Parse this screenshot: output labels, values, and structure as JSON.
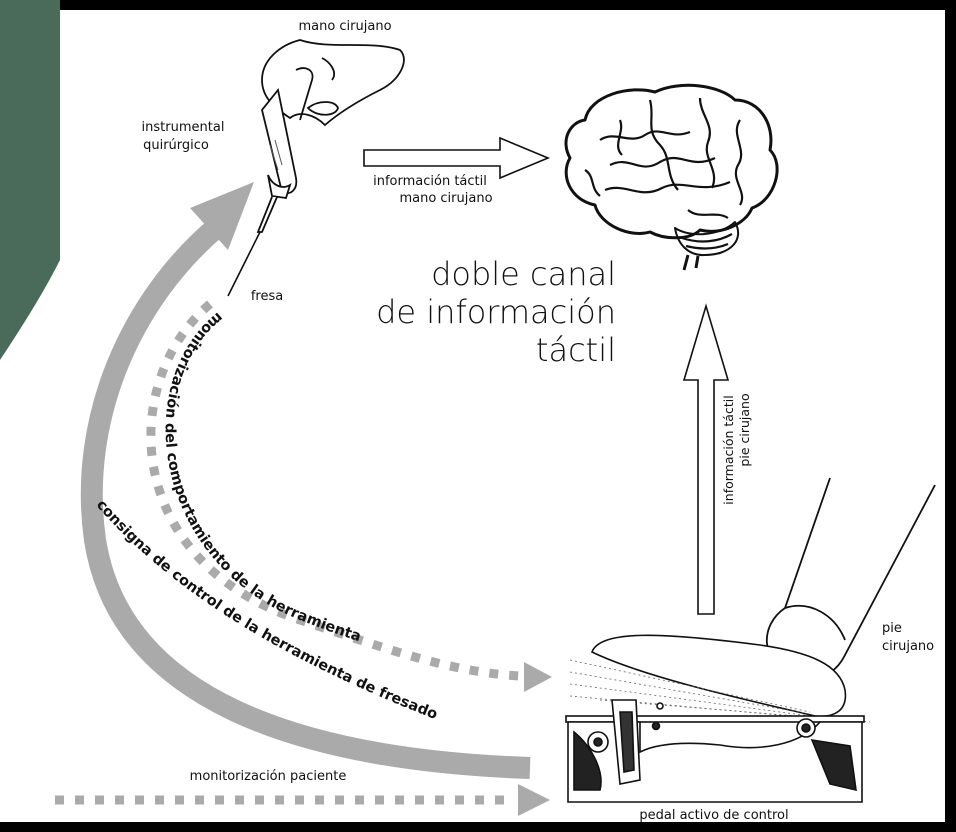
{
  "labels": {
    "hand": "mano cirujano",
    "instrument_line1": "instrumental",
    "instrument_line2": "quirúrgico",
    "bur": "fresa",
    "tactile_hand_line1": "información táctil",
    "tactile_hand_line2": "mano cirujano",
    "title_line1": "doble canal",
    "title_line2": "de información",
    "title_line3": "táctil",
    "tactile_foot_line1": "información táctil",
    "tactile_foot_line2": "pie cirujano",
    "foot_line1": "pie",
    "foot_line2": "cirujano",
    "pedal": "pedal activo de control",
    "patient_monitoring": "monitorización paciente",
    "tool_monitoring": "monitorización del comportamiento de la herramienta",
    "control_setpoint": "consigna de control de la herramienta de fresado"
  },
  "colors": {
    "arrow_gray": "#aaaaaa",
    "background_panel": "#ffffff",
    "ink": "#111111"
  },
  "icons": [
    "brain-icon",
    "surgical-handpiece-icon",
    "foot-icon",
    "pedal-mechanism-icon"
  ]
}
